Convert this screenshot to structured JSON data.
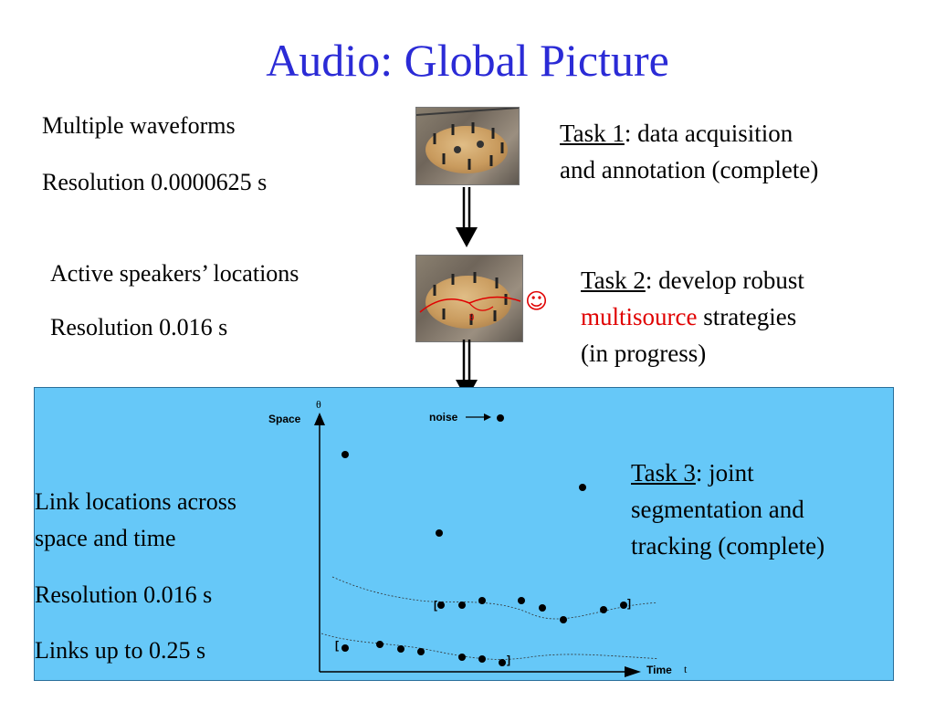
{
  "title": "Audio: Global Picture",
  "row1": {
    "left_lines": [
      "Multiple waveforms",
      "Resolution 0.0000625 s"
    ],
    "task_label": "Task 1",
    "task_text_a": ": data acquisition",
    "task_text_b": "and annotation (complete)"
  },
  "row2": {
    "left_lines": [
      "Active speakers’ locations",
      "Resolution 0.016 s"
    ],
    "task_label": "Task 2",
    "task_text_a": ": develop robust",
    "task_highlight": "multisource",
    "task_text_b": " strategies",
    "task_text_c": "(in progress)",
    "photo_label": "θ",
    "smiley": "☺"
  },
  "row3": {
    "left_lines": [
      "Link locations across",
      "space and time",
      "Resolution 0.016 s",
      "Links up to 0.25 s"
    ],
    "task_label": "Task 3",
    "task_text_a": ": joint",
    "task_text_b": "segmentation and",
    "task_text_c": "tracking (complete)"
  },
  "plot": {
    "y_label": "Space",
    "y_symbol": "θ",
    "x_label": "Time",
    "x_symbol": "t",
    "noise_label": "noise",
    "bracket_open": "[",
    "bracket_close": "]"
  },
  "colors": {
    "title": "#2b2bd6",
    "panel": "#66c8f8",
    "highlight": "#e00000"
  }
}
